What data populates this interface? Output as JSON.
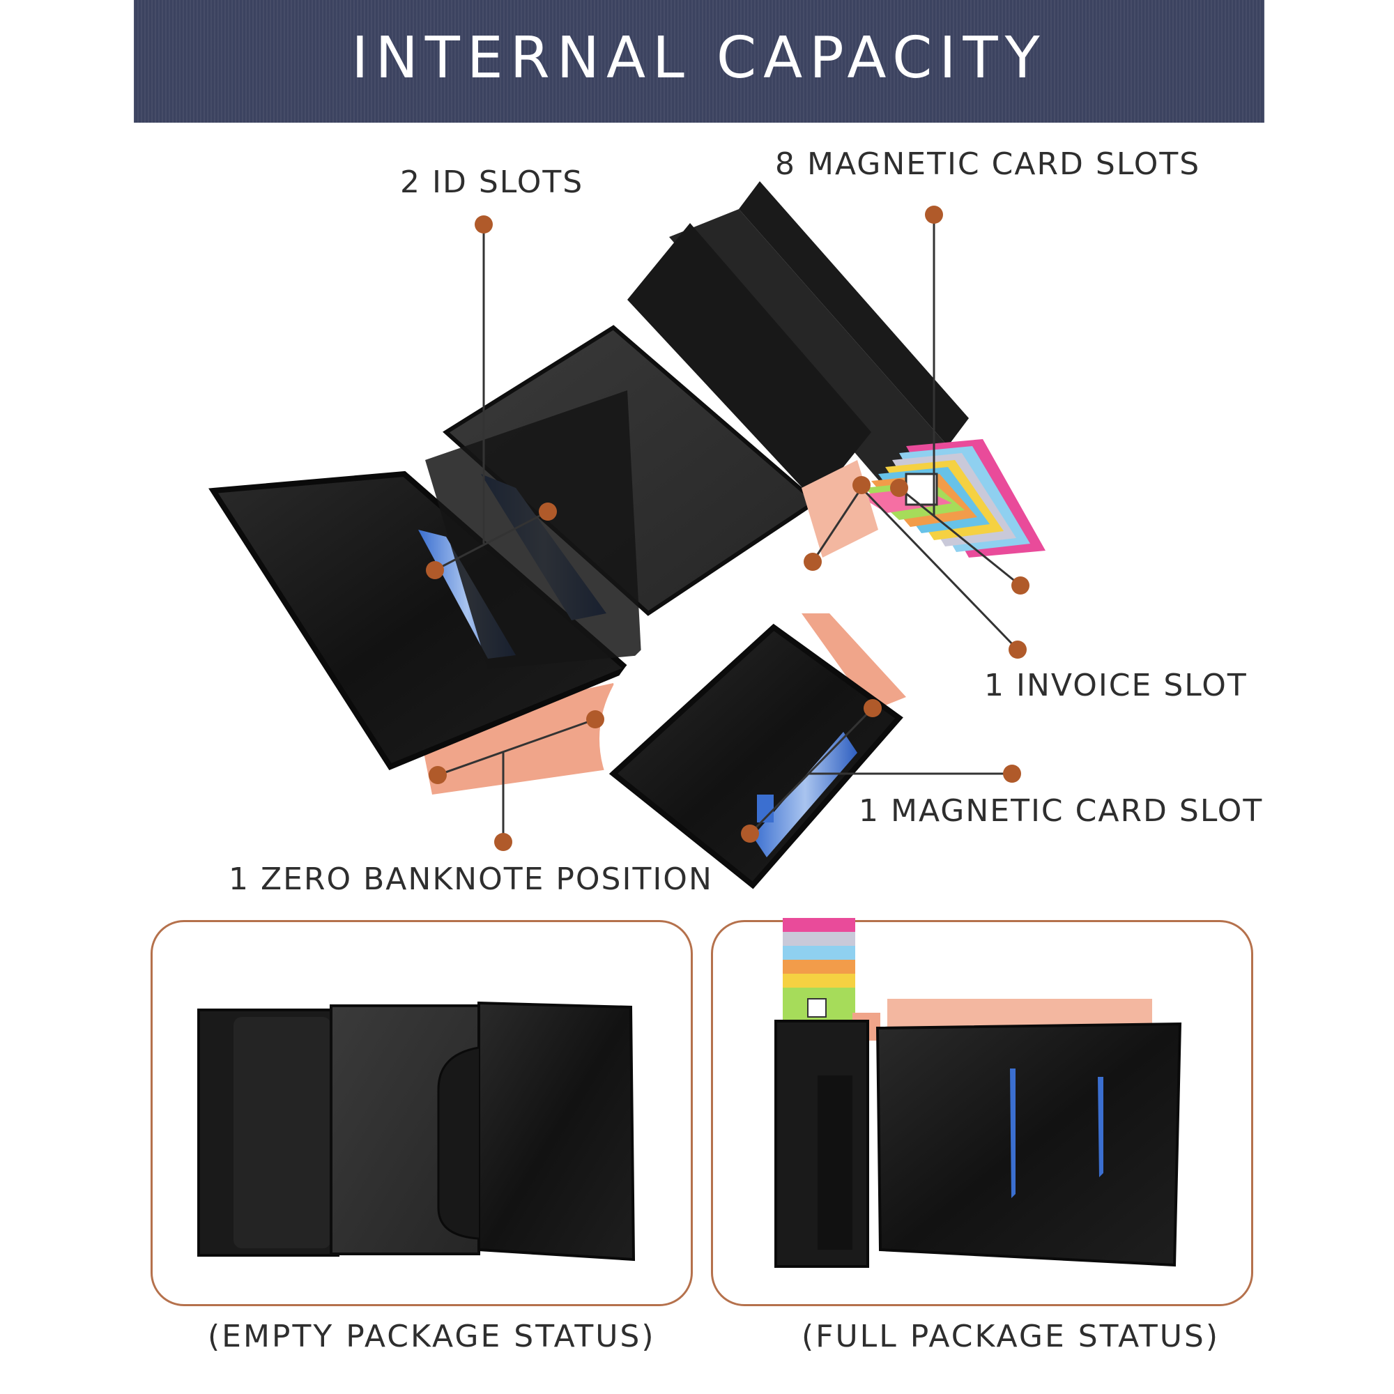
{
  "banner": {
    "title": "INTERNAL CAPACITY"
  },
  "callouts": {
    "id_slots": "2 ID SLOTS",
    "magnetic_card_slots": "8 MAGNETIC CARD SLOTS",
    "invoice_slot": "1 INVOICE SLOT",
    "magnetic_card_slot": "1 MAGNETIC CARD SLOT",
    "banknote_position": "1 ZERO BANKNOTE POSITION"
  },
  "captions": {
    "empty": "(EMPTY PACKAGE STATUS)",
    "full": "(FULL PACKAGE STATUS)"
  },
  "colors": {
    "banner": "#3c4360",
    "accent_dot": "#b05a2a",
    "panel_border": "#b5714c",
    "leather": "#141414"
  }
}
